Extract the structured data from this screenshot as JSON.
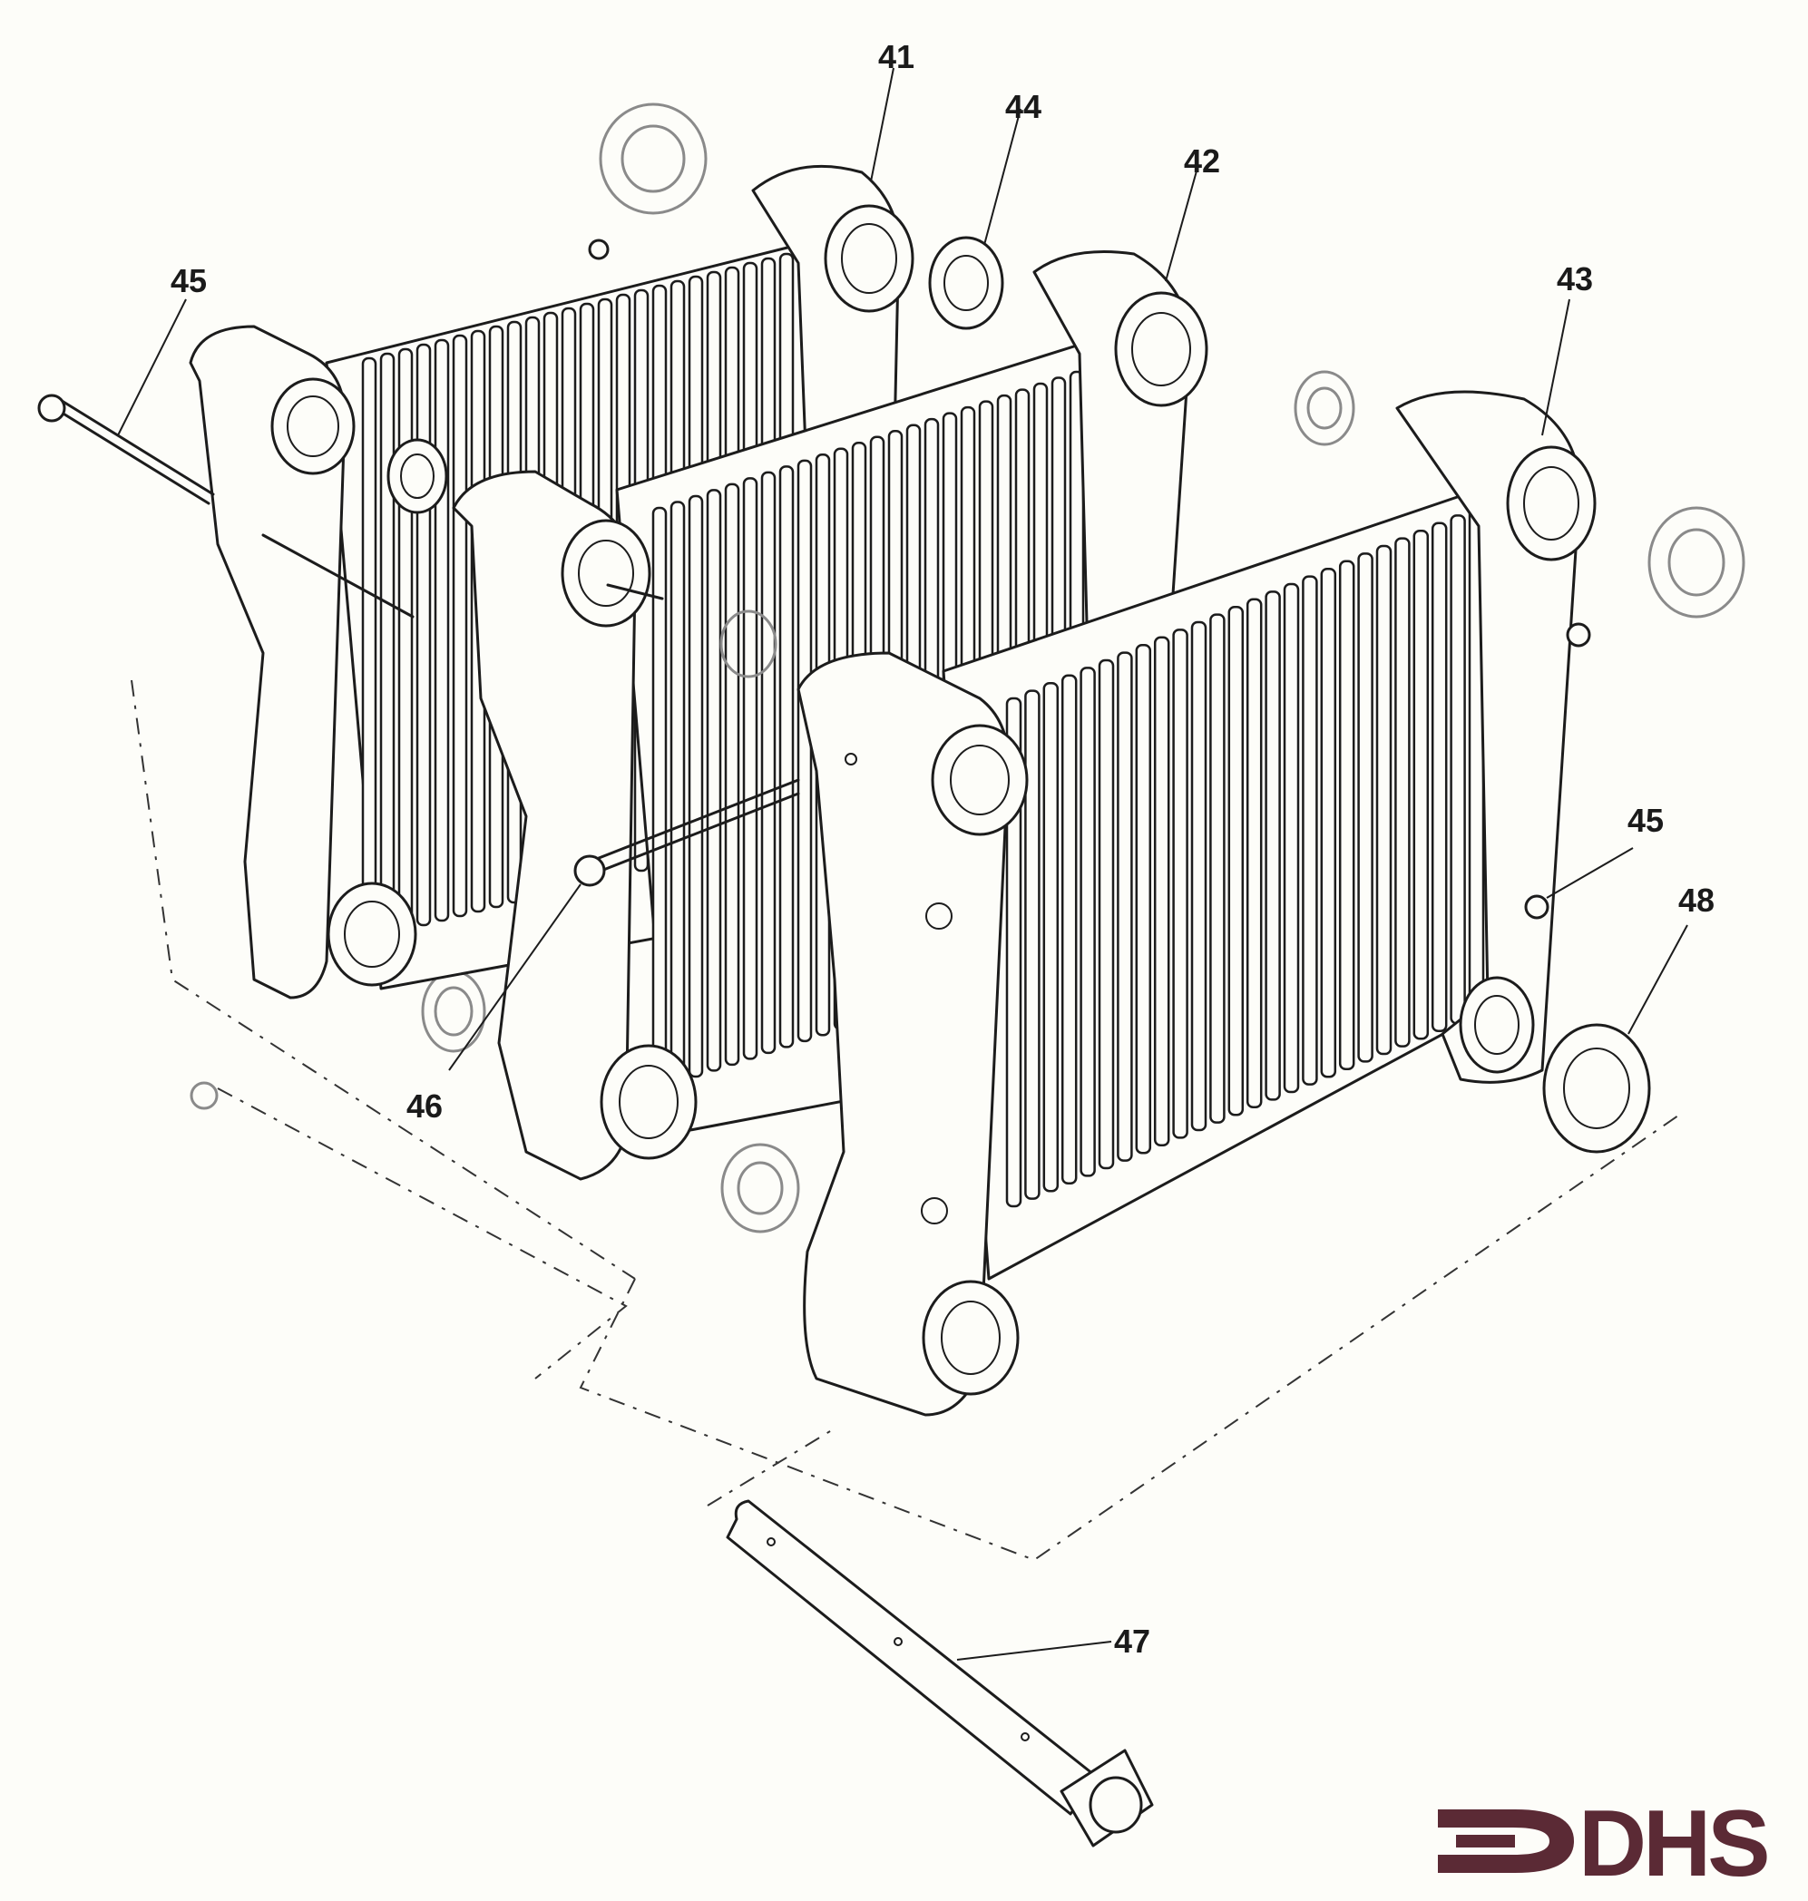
{
  "labels": {
    "p41": "41",
    "p42": "42",
    "p43": "43",
    "p44": "44",
    "p45a": "45",
    "p45b": "45",
    "p46": "46",
    "p47": "47",
    "p48": "48"
  },
  "logo": {
    "text": "DHS",
    "color": "#5b2a35"
  }
}
